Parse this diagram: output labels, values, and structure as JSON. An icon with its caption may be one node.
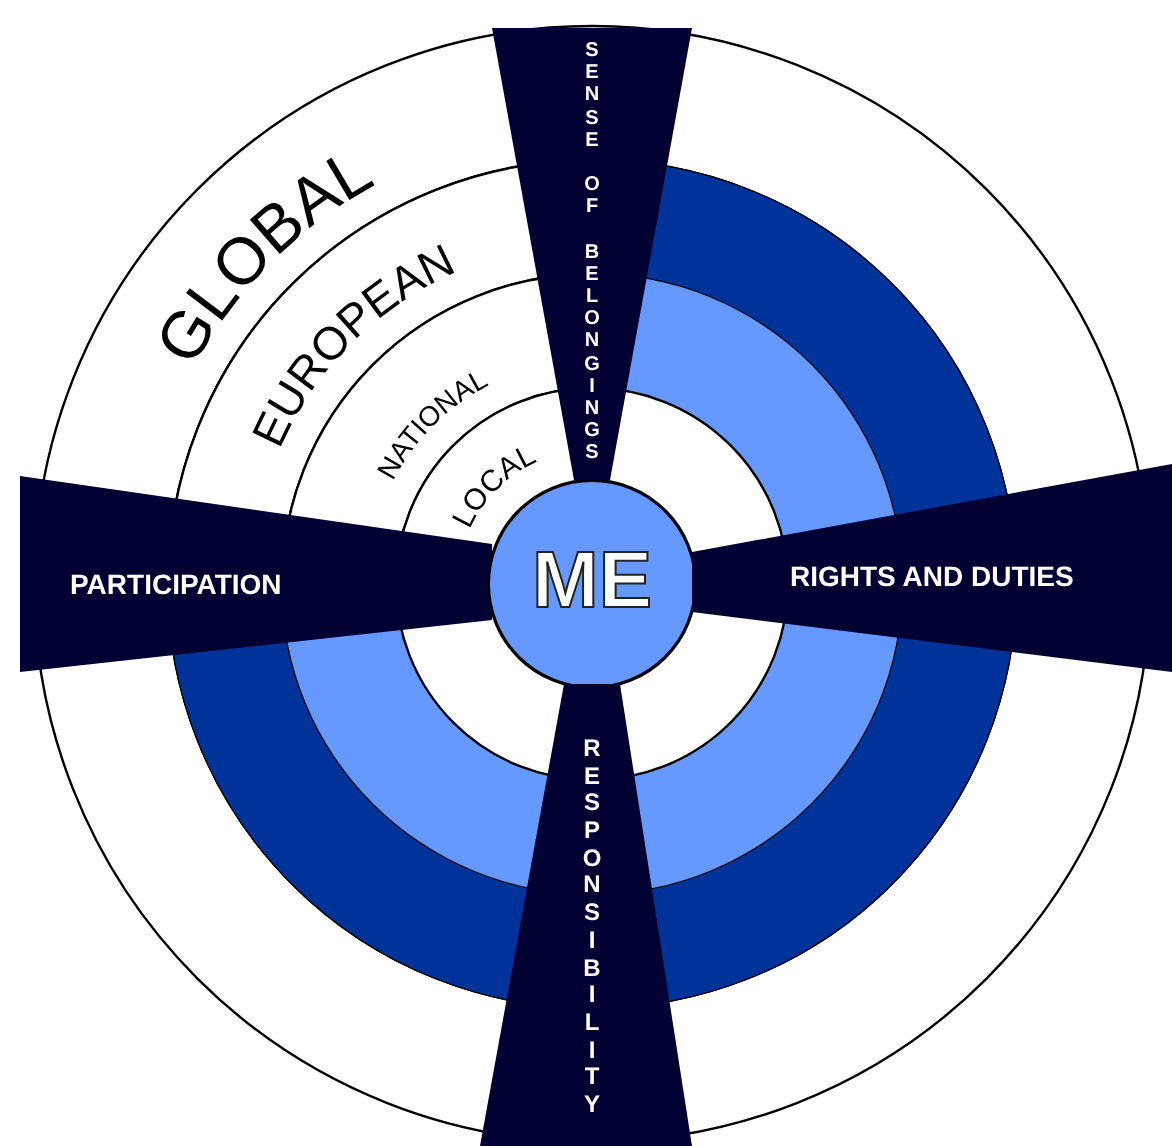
{
  "diagram": {
    "nodes": [
      {
        "text": [
          "SENSE OF BELONGINGS"
        ]
      },
      {
        "text": [
          "PARTICIPATION"
        ]
      },
      {
        "text": [
          "ME"
        ]
      },
      {
        "text": [
          "RIGHTS AND DUTIES"
        ]
      },
      {
        "text": [
          "RESPONSIBILITY"
        ]
      }
    ],
    "labels": [
      "GLOBAL",
      "EUROPEAN",
      "NATIONAL",
      "LOCAL"
    ]
  }
}
